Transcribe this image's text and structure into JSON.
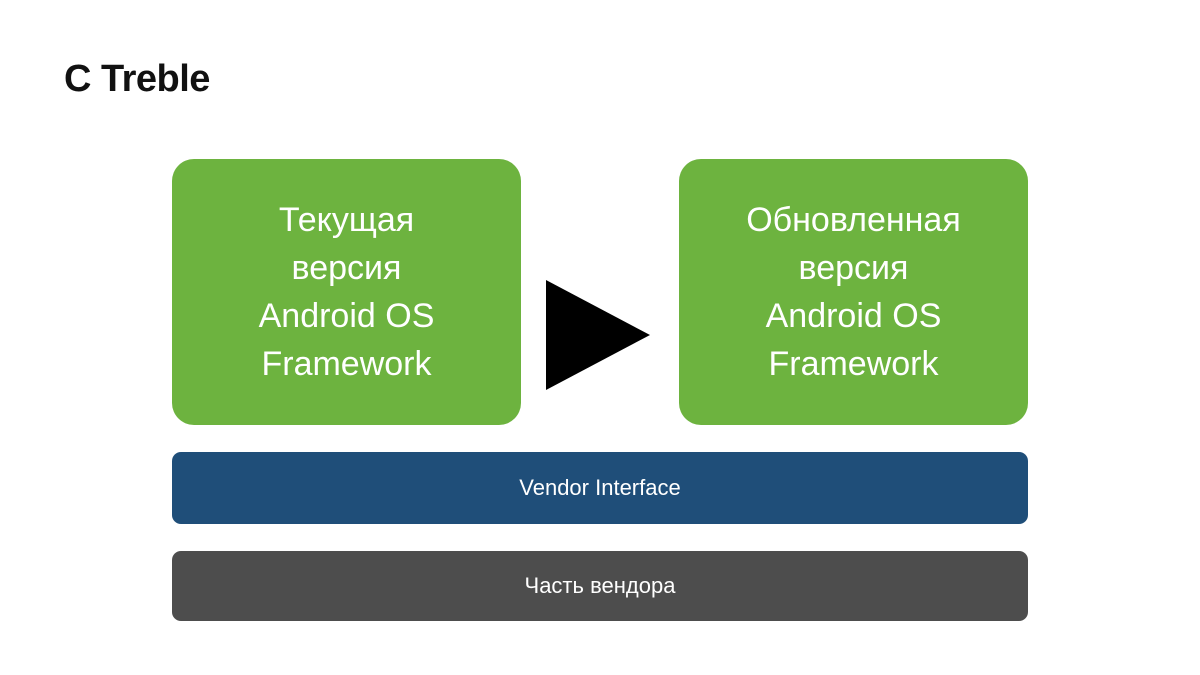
{
  "slide": {
    "title": "C Treble",
    "background_color": "#ffffff"
  },
  "colors": {
    "green": "#6DB33F",
    "blue": "#1F4E79",
    "gray": "#4D4D4D",
    "arrow": "#000000",
    "text_on_fill": "#ffffff",
    "title_text": "#111111"
  },
  "diagram": {
    "type": "block-diagram",
    "boxes": {
      "current": {
        "name": "current-android-os-framework",
        "fill": "#6DB33F",
        "lines": [
          "Текущая",
          "версия",
          "Android OS",
          "Framework"
        ]
      },
      "updated": {
        "name": "updated-android-os-framework",
        "fill": "#6DB33F",
        "lines": [
          "Обновленная",
          "версия",
          "Android OS",
          "Framework"
        ]
      }
    },
    "arrow": {
      "name": "right-triangle-arrow",
      "direction": "right",
      "fill": "#000000"
    },
    "bars": [
      {
        "name": "vendor-interface-bar",
        "label": "Vendor Interface",
        "fill": "#1F4E79"
      },
      {
        "name": "vendor-part-bar",
        "label": "Часть вендора",
        "fill": "#4D4D4D"
      }
    ]
  }
}
